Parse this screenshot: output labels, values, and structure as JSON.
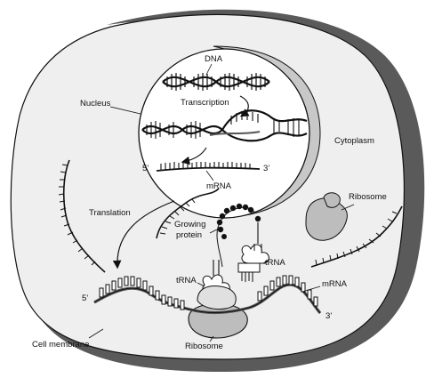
{
  "labels": {
    "dna": "DNA",
    "nucleus": "Nucleus",
    "transcription": "Transcription",
    "cytoplasm": "Cytoplasm",
    "five_prime_top": "5’",
    "three_prime_top": "3’",
    "mrna_nucleus": "mRNA",
    "translation": "Translation",
    "ribosome_cytoplasm": "Ribosome",
    "growing_protein_line1": "Growing",
    "growing_protein_line2": "protein",
    "trna_right": "tRNA",
    "trna_left": "tRNA",
    "mrna_bottom": "mRNA",
    "five_prime_bottom": "5’",
    "three_prime_bottom": "3’",
    "cell_membrane": "Cell membrane",
    "ribosome_bottom": "Ribosome"
  },
  "colors": {
    "membrane_shadow": "#5a5a5a",
    "cell_fill": "#efefef",
    "nucleus_fill": "#ffffff",
    "nucleus_shadow": "#c8c8c8",
    "ink": "#111111",
    "ribosome_fill": "#bdbdbd",
    "protein_bead": "#111111"
  }
}
